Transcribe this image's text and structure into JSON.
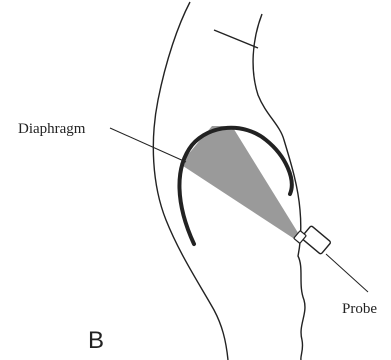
{
  "figure": {
    "panel_letter": "B",
    "labels": {
      "diaphragm": "Diaphragm",
      "probe": "Probe"
    }
  },
  "colors": {
    "line": "#222222",
    "beam_fill": "#9a9a9a",
    "background": "#ffffff"
  }
}
